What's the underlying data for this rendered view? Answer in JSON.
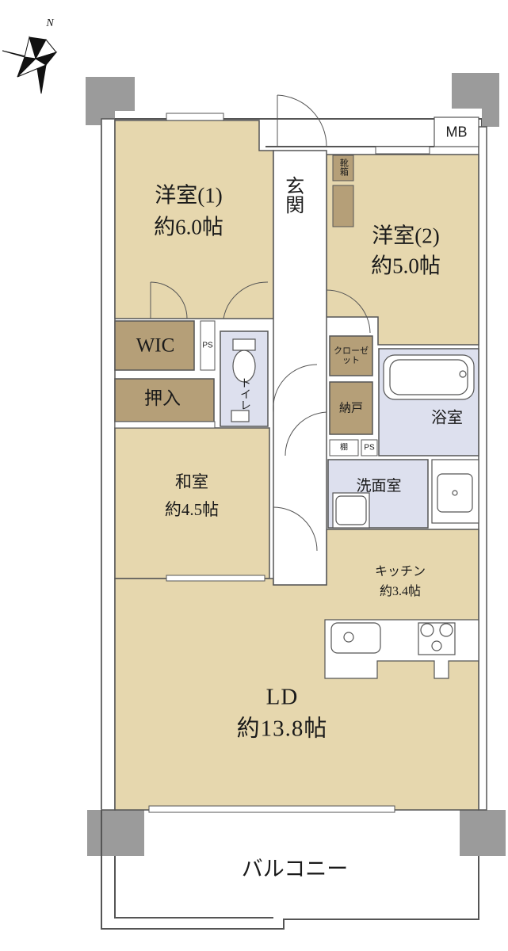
{
  "compass": {
    "label": "N"
  },
  "rooms": {
    "western1": {
      "name": "洋室(1)",
      "size": "約6.0帖"
    },
    "western2": {
      "name": "洋室(2)",
      "size": "約5.0帖"
    },
    "japanese": {
      "name": "和室",
      "size": "約4.5帖"
    },
    "ld": {
      "name": "LD",
      "size": "約13.8帖"
    },
    "kitchen": {
      "name": "キッチン",
      "size": "約3.4帖"
    },
    "entrance": "玄関",
    "wic": "WIC",
    "oshiire": "押入",
    "toilet": "トイレ",
    "closet": "クローゼット",
    "nando": "納戸",
    "bath": "浴室",
    "washroom": "洗面室",
    "shoebox": "靴箱",
    "shelf": "棚",
    "ps": "PS",
    "mb": "MB",
    "balcony": "バルコニー"
  },
  "colors": {
    "room_fill": "#e6d7ae",
    "wet_fill": "#dde0ee",
    "storage_fill": "#b59f78",
    "wall": "#9b9b9b",
    "line": "#555555"
  }
}
